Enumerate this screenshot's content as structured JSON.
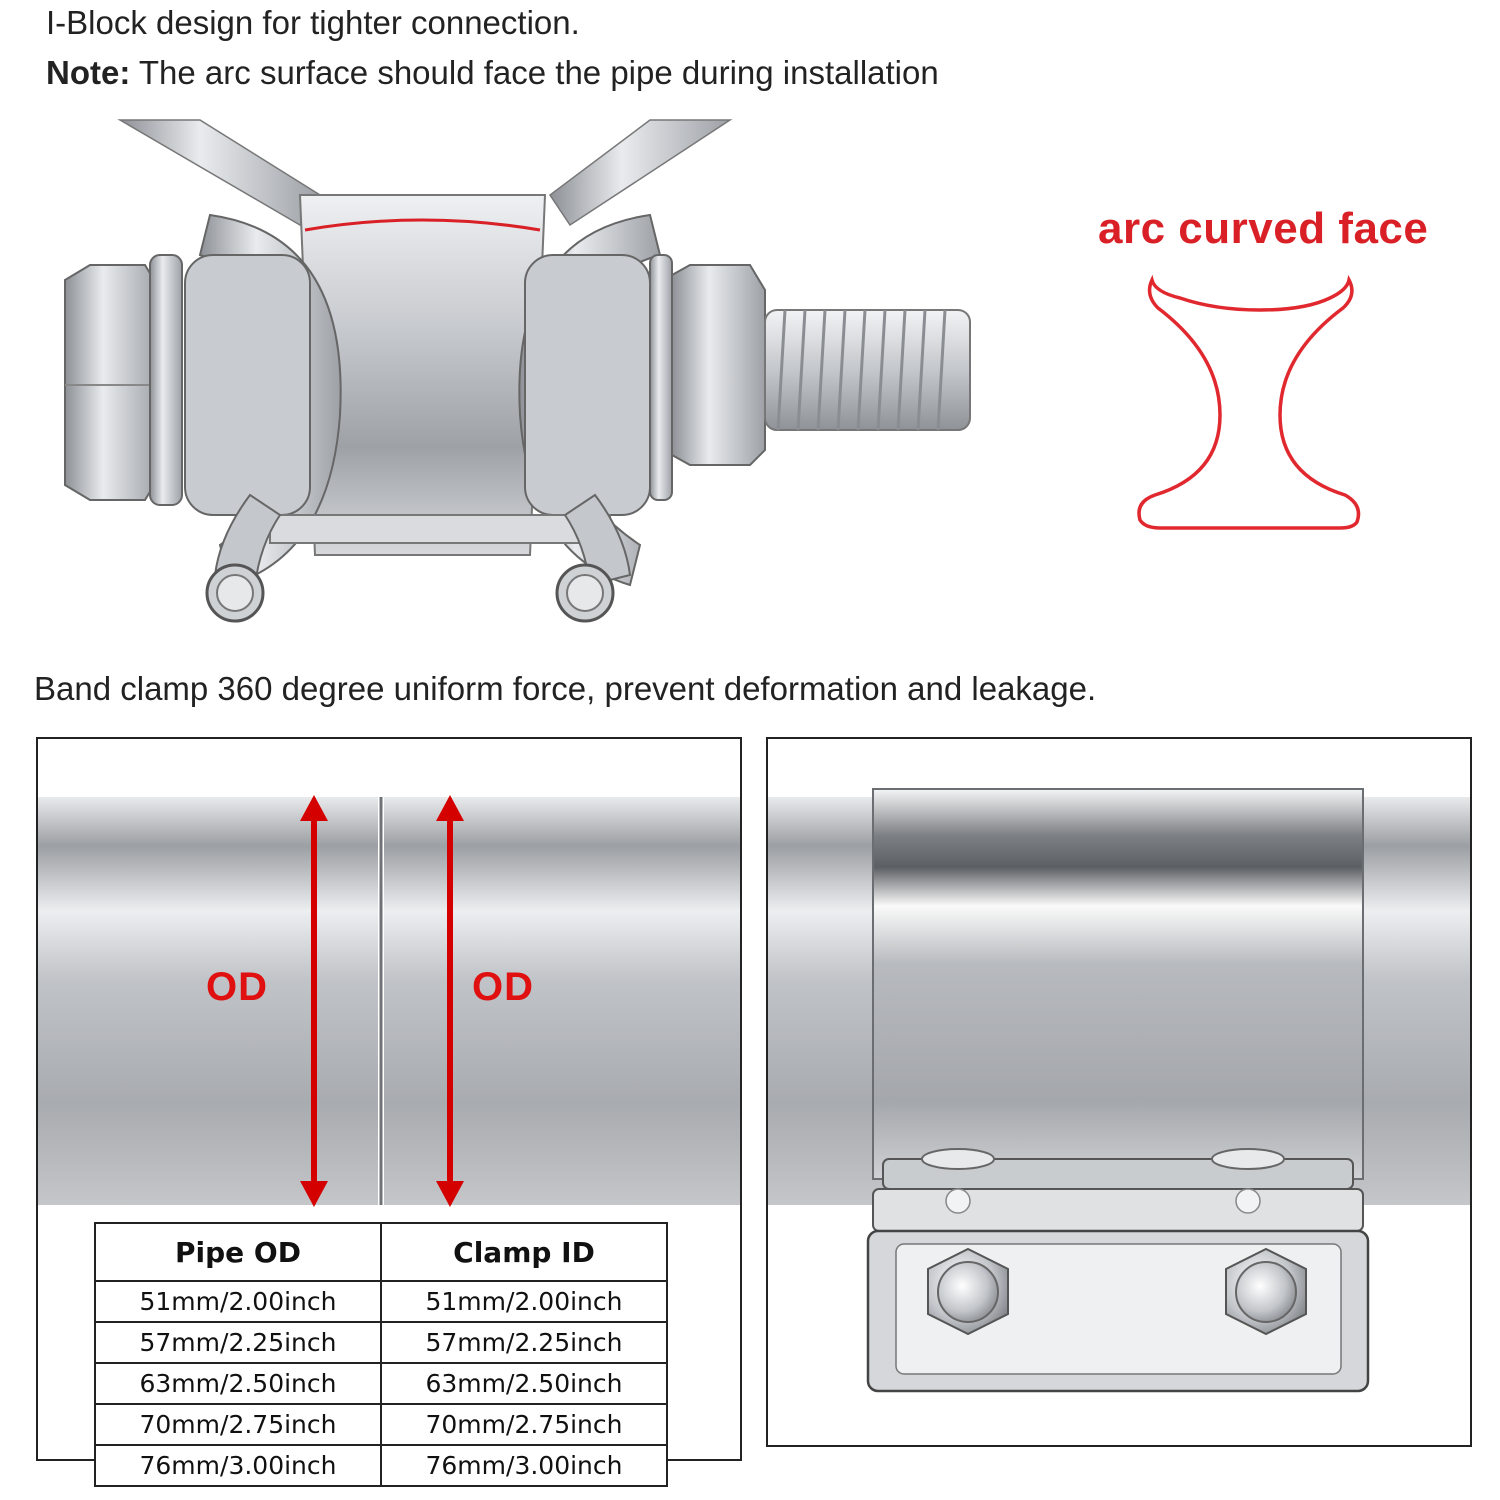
{
  "header": {
    "line1": "I-Block design for tighter connection.",
    "note_label": "Note:",
    "note_text": " The arc surface should face the pipe during installation"
  },
  "arc_label": "arc curved face",
  "band_text": "Band clamp 360  degree uniform force, prevent deformation and leakage.",
  "od_labels": [
    "OD",
    "OD"
  ],
  "table": {
    "headers": [
      "Pipe OD",
      "Clamp ID"
    ],
    "rows": [
      [
        "51mm/2.00inch",
        "51mm/2.00inch"
      ],
      [
        "57mm/2.25inch",
        "57mm/2.25inch"
      ],
      [
        "63mm/2.50inch",
        "63mm/2.50inch"
      ],
      [
        "70mm/2.75inch",
        "70mm/2.75inch"
      ],
      [
        "76mm/3.00inch",
        "76mm/3.00inch"
      ]
    ]
  },
  "colors": {
    "accent_red": "#d92026",
    "steel": "#b9bcc0"
  }
}
